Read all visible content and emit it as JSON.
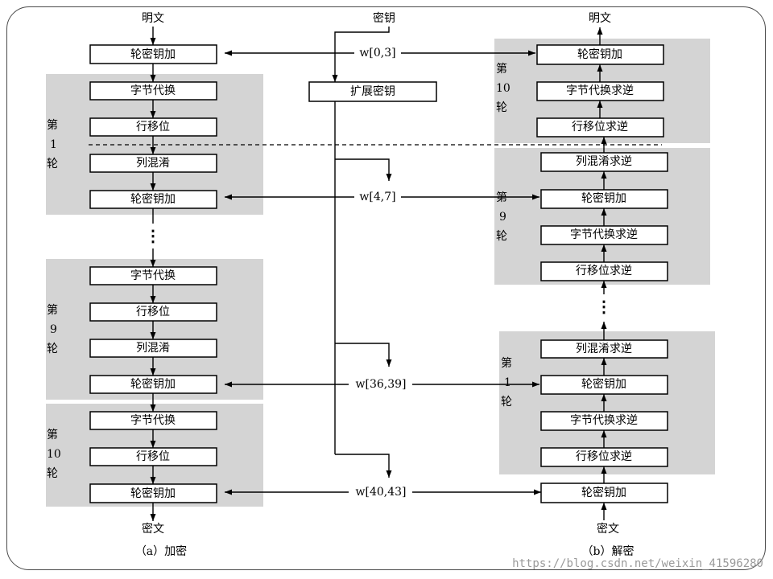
{
  "encryption": {
    "input": "明文",
    "output": "密文",
    "caption": "（a）加密",
    "initial_step": "轮密钥加",
    "round1": {
      "label": "第 1 轮",
      "steps": [
        "字节代换",
        "行移位",
        "列混淆",
        "轮密钥加"
      ]
    },
    "ellipsis": "⋮",
    "round9": {
      "label": "第 9 轮",
      "steps": [
        "字节代换",
        "行移位",
        "列混淆",
        "轮密钥加"
      ]
    },
    "round10": {
      "label": "第 10 轮",
      "steps": [
        "字节代换",
        "行移位",
        "轮密钥加"
      ]
    }
  },
  "key": {
    "input": "密钥",
    "expand": "扩展密钥",
    "w0": "w[0,3]",
    "w1": "w[4,7]",
    "w9": "w[36,39]",
    "w10": "w[40,43]"
  },
  "decryption": {
    "input": "密文",
    "output": "明文",
    "caption": "（b）解密",
    "initial_step": "轮密钥加",
    "round10": {
      "label": "第 10 轮",
      "steps": [
        "轮密钥加",
        "字节代换求逆",
        "行移位求逆"
      ]
    },
    "round9": {
      "label": "第 9 轮",
      "steps": [
        "列混淆求逆",
        "轮密钥加",
        "字节代换求逆",
        "行移位求逆"
      ]
    },
    "ellipsis": "⋮",
    "round1": {
      "label": "第 1 轮",
      "steps": [
        "列混淆求逆",
        "轮密钥加",
        "字节代换求逆",
        "行移位求逆"
      ]
    }
  },
  "watermark": "https://blog.csdn.net/weixin_41596280"
}
